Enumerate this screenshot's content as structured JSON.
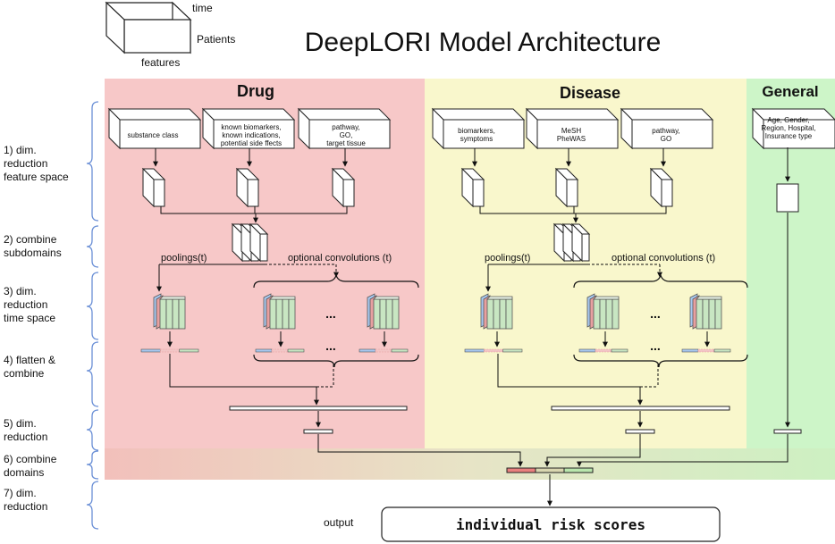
{
  "title": "DeepLORI Model Architecture",
  "legend": {
    "time": "time",
    "patients": "Patients",
    "features": "features"
  },
  "steps": [
    {
      "line1": "1) dim.",
      "line2": "reduction",
      "line3": "feature space"
    },
    {
      "line1": "2) combine",
      "line2": "subdomains",
      "line3": ""
    },
    {
      "line1": "3) dim.",
      "line2": "reduction",
      "line3": "time space"
    },
    {
      "line1": "4) flatten &",
      "line2": "combine",
      "line3": ""
    },
    {
      "line1": "5) dim.",
      "line2": "reduction",
      "line3": ""
    },
    {
      "line1": "6) combine",
      "line2": "domains",
      "line3": ""
    },
    {
      "line1": "7) dim.",
      "line2": "reduction",
      "line3": ""
    }
  ],
  "panels": {
    "drug": {
      "title": "Drug",
      "inputs": [
        {
          "line1": "substance class",
          "line2": "",
          "line3": ""
        },
        {
          "line1": "known biomarkers,",
          "line2": "known indications,",
          "line3": "potential side ffects"
        },
        {
          "line1": "pathway,",
          "line2": "GO,",
          "line3": "target tissue"
        }
      ],
      "poolings": "poolings(t)",
      "convolutions": "optional convolutions (t)",
      "ellipsis": "..."
    },
    "disease": {
      "title": "Disease",
      "inputs": [
        {
          "line1": "biomarkers,",
          "line2": "symptoms",
          "line3": ""
        },
        {
          "line1": "MeSH",
          "line2": "PheWAS",
          "line3": ""
        },
        {
          "line1": "pathway,",
          "line2": "GO",
          "line3": ""
        }
      ],
      "poolings": "poolings(t)",
      "convolutions": "optional convolutions (t)",
      "ellipsis": "..."
    },
    "general": {
      "title": "General",
      "inputs": [
        {
          "line1": "Age, Gender,",
          "line2": "Region, Hospital,",
          "line3": "Insurance type"
        }
      ]
    }
  },
  "output": {
    "label": "output",
    "box_text": "individual risk scores"
  },
  "colors": {
    "drug_bg": "#f7c8c8",
    "disease_bg": "#f9f7cc",
    "general_bg": "#cdf5c8",
    "bracket": "#6a8fd6",
    "slice_green": "#c8e6c2",
    "slice_blue": "#a8c8f0",
    "slice_red": "#e8a0a0"
  }
}
